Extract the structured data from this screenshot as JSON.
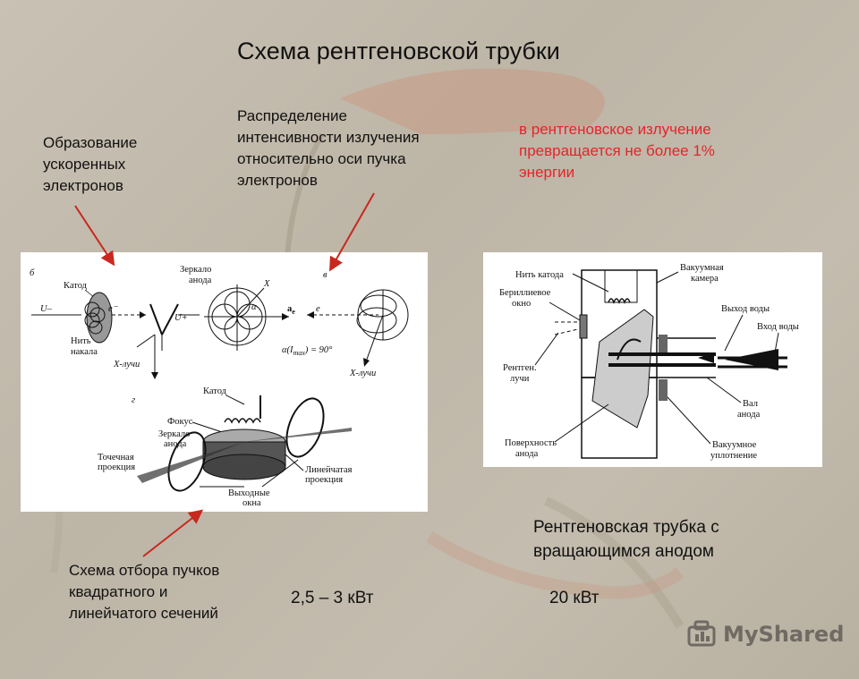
{
  "title": "Схема рентгеновской трубки",
  "captions": {
    "formation": [
      "Образование",
      "ускоренных",
      "электронов"
    ],
    "distribution": [
      "Распределение",
      "интенсивности излучения",
      "относительно оси пучка",
      "электронов"
    ],
    "efficiency": [
      "в рентгеновское излучение",
      "превращается не более 1%",
      "энергии"
    ],
    "selection": [
      "Схема отбора пучков",
      "квадратного и",
      "линейчатого сечений"
    ],
    "power_left": "2,5 – 3 кВт",
    "power_right": "20 кВт",
    "rotating": [
      "Рентгеновская трубка с",
      "вращающимся анодом"
    ]
  },
  "left_diagram": {
    "label_b": "б",
    "label_v": "в",
    "label_g": "г",
    "cathode": "Катод",
    "mirror": [
      "Зеркало",
      "анода"
    ],
    "u_minus": "U–",
    "u_plus": "U+",
    "filament": [
      "Нить",
      "накала"
    ],
    "xrays": "X-лучи",
    "e_minus": "e⁻",
    "x_axis": "X",
    "alpha": "α",
    "a_e": "a",
    "a_e_sub": "e",
    "e": "e",
    "alpha_formula": "α(I",
    "alpha_formula_sub": "max",
    "alpha_formula_end": ") = 90°",
    "xrays_2": "X-лучи",
    "cathode_2": "Катод",
    "focus": "Фокус",
    "mirror_2": [
      "Зеркало",
      "анода"
    ],
    "point_projection": [
      "Точечная",
      "проекция"
    ],
    "line_projection": [
      "Линейчатая",
      "проекция"
    ],
    "exit_windows": [
      "Выходные",
      "окна"
    ]
  },
  "right_diagram": {
    "filament": "Нить катода",
    "beryllium": [
      "Бериллиевое",
      "окно"
    ],
    "vacuum_chamber": [
      "Вакуумная",
      "камера"
    ],
    "water_out": "Выход воды",
    "water_in": "Вход воды",
    "xrays": [
      "Рентген.",
      "лучи"
    ],
    "shaft": [
      "Вал",
      "анода"
    ],
    "anode_surface": [
      "Поверхность",
      "анода"
    ],
    "vacuum_seal": [
      "Вакуумное",
      "уплотнение"
    ]
  },
  "watermark": "MyShared",
  "colors": {
    "arrow": "#c8281e",
    "red_text": "#e8232a"
  }
}
